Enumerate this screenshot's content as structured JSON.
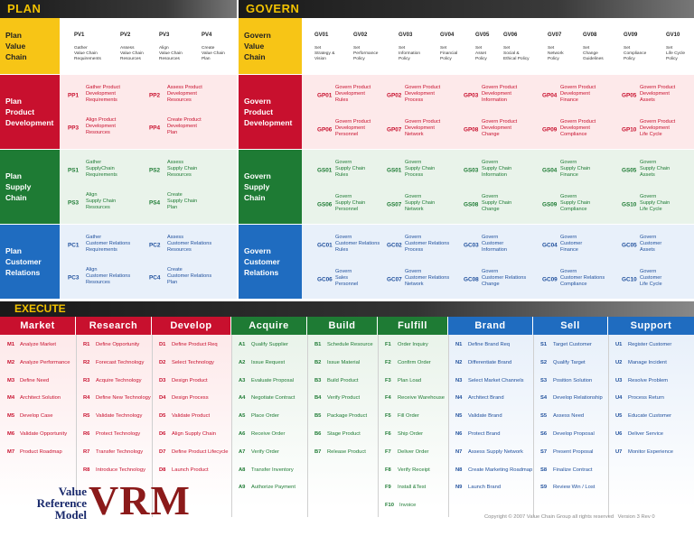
{
  "plan": {
    "title": "PLAN",
    "value_chain": "Plan\nValue\nChain",
    "product": "Plan\nProduct\nDevelopment",
    "supply": "Plan\nSupply\nChain",
    "customer": "Plan\nCustomer\nRelations",
    "pv": [
      {
        "c": "PV1",
        "t": "Gather\nValue Chain\nRequirements"
      },
      {
        "c": "PV2",
        "t": "Assess\nValue Chain\nResources"
      },
      {
        "c": "PV3",
        "t": "Align\nValue Chain\nResources"
      },
      {
        "c": "PV4",
        "t": "Create\nValue Chain\nPlan"
      }
    ],
    "pp": [
      {
        "c": "PP1",
        "t": "Gather Product\nDevelopment\nRequirements"
      },
      {
        "c": "PP2",
        "t": "Assess Product\nDevelopment\nResources"
      },
      {
        "c": "PP3",
        "t": "Align Product\nDevelopment\nResources"
      },
      {
        "c": "PP4",
        "t": "Create Product\nDevelopment\nPlan"
      }
    ],
    "ps": [
      {
        "c": "PS1",
        "t": "Gather\nSupplyChain\nRequirements"
      },
      {
        "c": "PS2",
        "t": "Assess\nSupply Chain\nResources"
      },
      {
        "c": "PS3",
        "t": "Align\nSupply Chain\nResources"
      },
      {
        "c": "PS4",
        "t": "Create\nSupply Chain\nPlan"
      }
    ],
    "pc": [
      {
        "c": "PC1",
        "t": "Gather\nCustomer Relations\nRequirements"
      },
      {
        "c": "PC2",
        "t": "Assess\nCustomer Relations\nResources"
      },
      {
        "c": "PC3",
        "t": "Align\nCustomer Relations\nResources"
      },
      {
        "c": "PC4",
        "t": "Create\nCustomer Relations\nPlan"
      }
    ]
  },
  "govern": {
    "title": "GOVERN",
    "value_chain": "Govern\nValue\nChain",
    "product": "Govern\nProduct\nDevelopment",
    "supply": "Govern\nSupply\nChain",
    "customer": "Govern\nCustomer\nRelations",
    "gv": [
      {
        "c": "GV01",
        "t": "Set\nStrategy &\nVision"
      },
      {
        "c": "GV02",
        "t": "Set\nPerformance\nPolicy"
      },
      {
        "c": "GV03",
        "t": "Set\nInformation\nPolicy"
      },
      {
        "c": "GV04",
        "t": "Set\nFinancial\nPolicy"
      },
      {
        "c": "GV05",
        "t": "Set\nAsset\nPolicy"
      },
      {
        "c": "GV06",
        "t": "Set\nSocial &\nEthical Policy"
      },
      {
        "c": "GV07",
        "t": "Set\nNetwork\nPolicy"
      },
      {
        "c": "GV08",
        "t": "Set\nChange\nGuidelines"
      },
      {
        "c": "GV09",
        "t": "Set\nCompliance\nPolicy"
      },
      {
        "c": "GV10",
        "t": "Set\nLife Cycle\nPolicy"
      }
    ],
    "gp": [
      {
        "c": "GP01",
        "t": "Govern Product\nDevelopment\nRules"
      },
      {
        "c": "GP02",
        "t": "Govern Product\nDevelopment\nProcess"
      },
      {
        "c": "GP03",
        "t": "Govern Product\nDevelopment\nInformation"
      },
      {
        "c": "GP04",
        "t": "Govern Product\nDevelopment\nFinance"
      },
      {
        "c": "GP05",
        "t": "Govern Product\nDevelopment\nAssets"
      },
      {
        "c": "GP06",
        "t": "Govern Product\nDevelopment\nPersonnel"
      },
      {
        "c": "GP07",
        "t": "Govern Product\nDevelopment\nNetwork"
      },
      {
        "c": "GP08",
        "t": "Govern Product\nDevelopment\nChange"
      },
      {
        "c": "GP09",
        "t": "Govern Product\nDevelopment\nCompliance"
      },
      {
        "c": "GP10",
        "t": "Govern Product\nDevelopment\nLife Cycle"
      }
    ],
    "gs": [
      {
        "c": "GS01",
        "t": "Govern\nSupply Chain\nRules"
      },
      {
        "c": "GS01",
        "t": "Govern\nSupply Chain\nProcess"
      },
      {
        "c": "GS03",
        "t": "Govern\nSupply Chain\nInformation"
      },
      {
        "c": "GS04",
        "t": "Govern\nSupply Chain\nFinance"
      },
      {
        "c": "GS05",
        "t": "Govern\nSupply Chain\nAssets"
      },
      {
        "c": "GS06",
        "t": "Govern\nSupply Chain\nPersonnel"
      },
      {
        "c": "GS07",
        "t": "Govern\nSupply Chain\nNetwork"
      },
      {
        "c": "GS08",
        "t": "Govern\nSupply Chain\nChange"
      },
      {
        "c": "GS09",
        "t": "Govern\nSupply Chain\nCompliance"
      },
      {
        "c": "GS10",
        "t": "Govern\nSupply Chain\nLife Cycle"
      }
    ],
    "gc": [
      {
        "c": "GC01",
        "t": "Govern\nCustomer Relations\nRules"
      },
      {
        "c": "GC02",
        "t": "Govern\nCustomer Relations\nProcess"
      },
      {
        "c": "GC03",
        "t": "Govern\nCustomer\nInformation"
      },
      {
        "c": "GC04",
        "t": "Govern\nCustomer\nFinance"
      },
      {
        "c": "GC05",
        "t": "Govern\nCustomer\nAssets"
      },
      {
        "c": "GC06",
        "t": "Govern\nSales\nPersonnel"
      },
      {
        "c": "GC07",
        "t": "Govern\nCustomer Relations\nNetwork"
      },
      {
        "c": "GC08",
        "t": "Govern\nCustomer Relations\nChange"
      },
      {
        "c": "GC09",
        "t": "Govern\nCustomer Relations\nCompliance"
      },
      {
        "c": "GC10",
        "t": "Govern\nCustomer\nLife Cycle"
      }
    ]
  },
  "execute": {
    "title": "EXECUTE",
    "columns": [
      {
        "name": "Market",
        "color": "#c8102e",
        "bg": "#fde9ea",
        "codec": "#c8102e",
        "items": [
          [
            "M1",
            "Analyze Market"
          ],
          [
            "M2",
            "Analyze Performance"
          ],
          [
            "M3",
            "Define Need"
          ],
          [
            "M4",
            "Architect Solution"
          ],
          [
            "M5",
            "Develop  Case"
          ],
          [
            "M6",
            "Validate Opportunity"
          ],
          [
            "M7",
            "Product Roadmap"
          ]
        ]
      },
      {
        "name": "Research",
        "color": "#c8102e",
        "bg": "#fde9ea",
        "codec": "#c8102e",
        "items": [
          [
            "R1",
            "Define Opportunity"
          ],
          [
            "R2",
            "Forecast Technology"
          ],
          [
            "R3",
            "Acquire Technology"
          ],
          [
            "R4",
            "Define New Technology"
          ],
          [
            "R5",
            "Validate Technology"
          ],
          [
            "R6",
            "Protect Technology"
          ],
          [
            "R7",
            "Transfer Technology"
          ],
          [
            "R8",
            "Introduce Technology"
          ]
        ]
      },
      {
        "name": "Develop",
        "color": "#c8102e",
        "bg": "#fde9ea",
        "codec": "#c8102e",
        "items": [
          [
            "D1",
            "Define Product Req"
          ],
          [
            "D2",
            "Select Technology"
          ],
          [
            "D3",
            "Design Product"
          ],
          [
            "D4",
            "Design Process"
          ],
          [
            "D5",
            "Validate Product"
          ],
          [
            "D6",
            "Align Supply Chain"
          ],
          [
            "D7",
            "Define Product Lifecycle"
          ],
          [
            "D8",
            "Launch Product"
          ]
        ]
      },
      {
        "name": "Acquire",
        "color": "#1e7b34",
        "bg": "#e9f3ea",
        "codec": "#1e7b34",
        "items": [
          [
            "A1",
            "Qualify Supplier"
          ],
          [
            "A2",
            "Issue Request"
          ],
          [
            "A3",
            "Evaluate Proposal"
          ],
          [
            "A4",
            "Negotiate Contract"
          ],
          [
            "A5",
            "Place Order"
          ],
          [
            "A6",
            "Receive Order"
          ],
          [
            "A7",
            "Verify Order"
          ],
          [
            "A8",
            "Transfer Inventory"
          ],
          [
            "A9",
            "Authorize Payment"
          ]
        ]
      },
      {
        "name": "Build",
        "color": "#1e7b34",
        "bg": "#e9f3ea",
        "codec": "#1e7b34",
        "items": [
          [
            "B1",
            "Schedule Resource"
          ],
          [
            "B2",
            "Issue Material"
          ],
          [
            "B3",
            "Build Product"
          ],
          [
            "B4",
            "Verify Product"
          ],
          [
            "B5",
            "Package Product"
          ],
          [
            "B6",
            "Stage Product"
          ],
          [
            "B7",
            "Release Product"
          ]
        ]
      },
      {
        "name": "Fulfill",
        "color": "#1e7b34",
        "bg": "#e9f3ea",
        "codec": "#1e7b34",
        "items": [
          [
            "F1",
            "Order Inquiry"
          ],
          [
            "F2",
            "Confirm Order"
          ],
          [
            "F3",
            "Plan Load"
          ],
          [
            "F4",
            "Receive Warehouse"
          ],
          [
            "F5",
            "Fill Order"
          ],
          [
            "F6",
            "Ship Order"
          ],
          [
            "F7",
            "Deliver Order"
          ],
          [
            "F8",
            "Verify Receipt"
          ],
          [
            "F9",
            "Install &Test"
          ],
          [
            "F10",
            "Invoice"
          ]
        ]
      },
      {
        "name": "Brand",
        "color": "#1f6cc0",
        "bg": "#e8f0fa",
        "codec": "#1f4f9c",
        "items": [
          [
            "N1",
            "Define Brand Req"
          ],
          [
            "N2",
            "Differentiate Brand"
          ],
          [
            "N3",
            "Select Market Channels"
          ],
          [
            "N4",
            "Architect Brand"
          ],
          [
            "N5",
            "Validate Brand"
          ],
          [
            "N6",
            "Protect Brand"
          ],
          [
            "N7",
            "Assess Supply Network"
          ],
          [
            "N8",
            "Create Marketing Roadmap"
          ],
          [
            "N9",
            "Launch Brand"
          ]
        ]
      },
      {
        "name": "Sell",
        "color": "#1f6cc0",
        "bg": "#e8f0fa",
        "codec": "#1f4f9c",
        "items": [
          [
            "S1",
            "Target Customer"
          ],
          [
            "S2",
            "Qualify Target"
          ],
          [
            "S3",
            "Position Solution"
          ],
          [
            "S4",
            "Develop Relationship"
          ],
          [
            "S5",
            "Assess Need"
          ],
          [
            "S6",
            "Develop Proposal"
          ],
          [
            "S7",
            "Present Proposal"
          ],
          [
            "S8",
            "Finalize  Contract"
          ],
          [
            "S9",
            "Review Win / Lost"
          ]
        ]
      },
      {
        "name": "Support",
        "color": "#1f6cc0",
        "bg": "#e8f0fa",
        "codec": "#1f4f9c",
        "items": [
          [
            "U1",
            "Register Customer"
          ],
          [
            "U2",
            "Manage Incident"
          ],
          [
            "U3",
            "Resolve Problem"
          ],
          [
            "U4",
            "Process Return"
          ],
          [
            "U5",
            "Educate Customer"
          ],
          [
            "U6",
            "Deliver Service"
          ],
          [
            "U7",
            "Monitor Experience"
          ]
        ]
      }
    ]
  },
  "footer": {
    "logo_small": "Value\nReference\nModel",
    "logo_big": "VRM",
    "copyright": "Copyright © 2007 Value Chain Group all rights reserved",
    "version": "Version 3 Rev 0"
  },
  "colors": {
    "yellow": "#f7c516",
    "red": "#c8102e",
    "green": "#1e7b34",
    "blue": "#1f6cc0"
  }
}
